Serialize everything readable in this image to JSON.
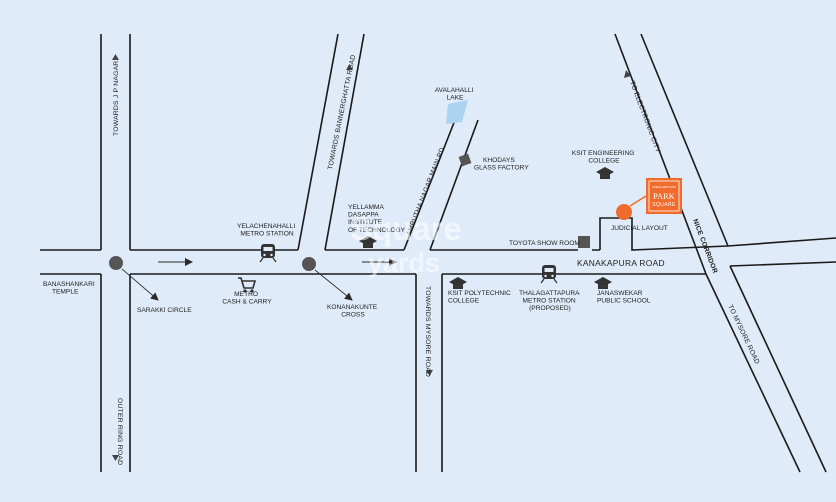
{
  "roads": {
    "towards_jp_nagar": "TOWARDS J P NAGAR",
    "towards_bannerghatta": "TOWARDS BANNERGHATTA ROAD",
    "amrutha_nagar": "AMRUTHA NAGAR MAIN RD",
    "to_electronic_city": "TO ELECTRONIC CITY",
    "nice_corridor": "NICE CORRIDOR",
    "kanakapura": "KANAKAPURA ROAD",
    "towards_mysore": "TOWARDS MYSORE ROAD",
    "to_mysore": "TO MYSORE ROAD",
    "outer_ring": "OUTER RING ROAD"
  },
  "places": {
    "avalahalli_1": "AVALAHALLI",
    "avalahalli_2": "LAKE",
    "khodays_1": "KHODAYS",
    "khodays_2": "GLASS FACTORY",
    "ksit_eng_1": "KSIT ENGINEERING",
    "ksit_eng_2": "COLLEGE",
    "yellamma_1": "YELLAMMA",
    "yellamma_2": "DASAPPA",
    "yellamma_3": "INSTITUTE",
    "yellamma_4": "OF TECHNOLOGY",
    "yelachenahalli_1": "YELACHENAHALLI",
    "yelachenahalli_2": "METRO STATION",
    "toyota": "TOYOTA SHOW ROOM",
    "judicial": "JUDICIAL LAYOUT",
    "banashankari_1": "BANASHANKARI",
    "banashankari_2": "TEMPLE",
    "sarakki": "SARAKKI CIRCLE",
    "metro_cc_1": "METRO",
    "metro_cc_2": "CASH & CARRY",
    "konanakunte_1": "KONANAKUNTE",
    "konanakunte_2": "CROSS",
    "ksit_poly_1": "KSIT POLYTECHNIC",
    "ksit_poly_2": "COLLEGE",
    "thalaghattapura_1": "THALAGATTAPURA",
    "thalaghattapura_2": "METRO STATION",
    "thalaghattapura_3": "(PROPOSED)",
    "janaseva_1": "JANASWEKAR",
    "janaseva_2": "PUBLIC SCHOOL"
  },
  "project": {
    "small": "SOBHA HARTLAND",
    "name_1": "PARK",
    "name_2": "SQUARE"
  },
  "watermark": {
    "line_1": "Square",
    "line_2": "yards"
  },
  "colors": {
    "background": "#dfebf8",
    "road": "#1a1a1a",
    "accent": "#ef6c2c",
    "lake": "#aad4f0",
    "marker": "#555555"
  }
}
